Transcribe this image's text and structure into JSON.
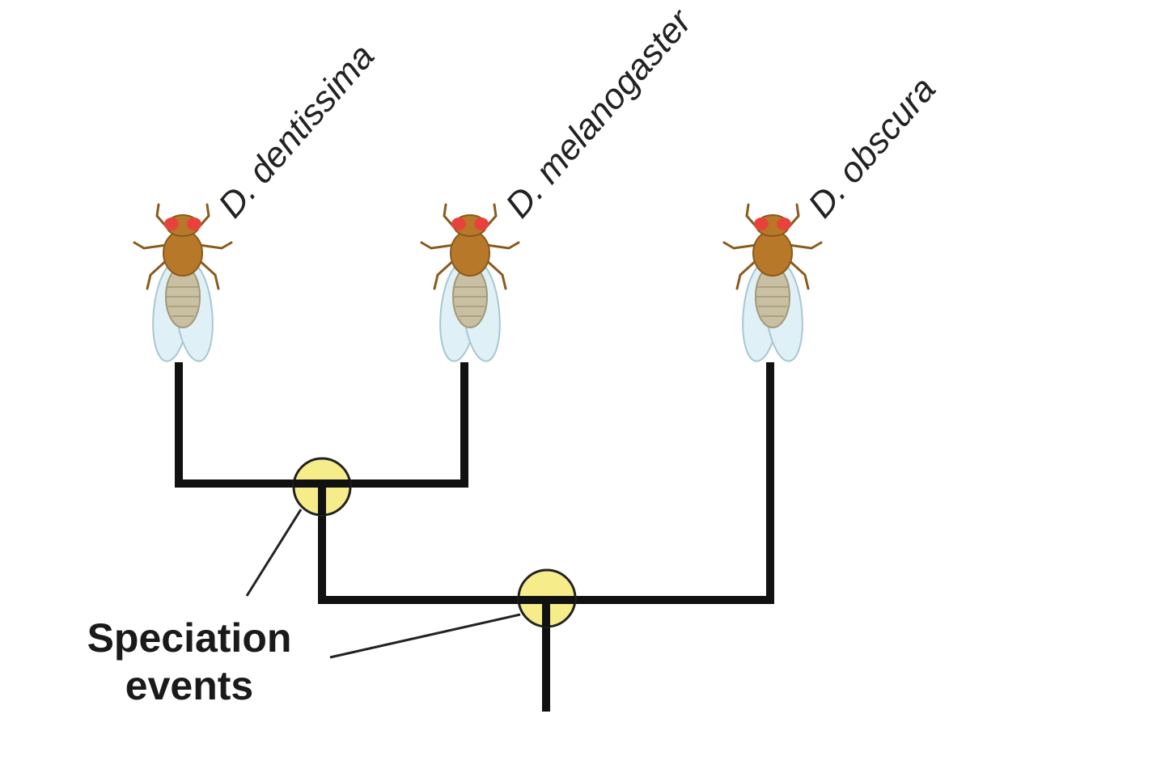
{
  "species": [
    {
      "id": "dentissima",
      "label": "D. dentissima"
    },
    {
      "id": "melanogaster",
      "label": "D. melanogaster"
    },
    {
      "id": "obscura",
      "label": "D. obscura"
    }
  ],
  "callout": {
    "line1": "Speciation",
    "line2": "events"
  },
  "colors": {
    "branch": "#111111",
    "node_fill": "#f7ec8a",
    "fly_body": "#b8782a",
    "fly_eye": "#e8433a",
    "fly_wing": "#dff0f6"
  },
  "icons": {
    "fly": "fruit-fly-icon",
    "node": "speciation-node-icon"
  }
}
